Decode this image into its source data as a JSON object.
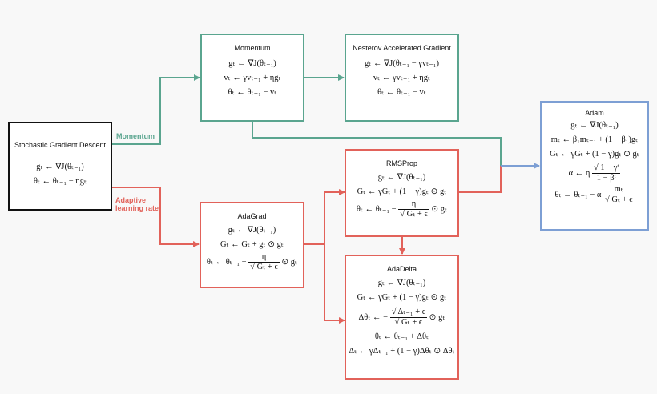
{
  "colors": {
    "momentum": "#5aa58f",
    "adaptive": "#e2625a",
    "adam": "#7d9fd4",
    "sgd": "#111111"
  },
  "edges": {
    "momentum_label": "Momentum",
    "adaptive_label_1": "Adaptive",
    "adaptive_label_2": "learning rate"
  },
  "nodes": {
    "sgd": {
      "title": "Stochastic Gradient Descent",
      "eq1": "gₜ ← ∇J(θₜ₋₁)",
      "eq2": "θₜ ← θₜ₋₁ − ηgₜ"
    },
    "momentum": {
      "title": "Momentum",
      "eq1": "gₜ ← ∇J(θₜ₋₁)",
      "eq2": "vₜ ← γvₜ₋₁ + ηgₜ",
      "eq3": "θₜ ← θₜ₋₁ − vₜ"
    },
    "nag": {
      "title": "Nesterov Accelerated Gradient",
      "eq1": "gₜ ← ∇J(θₜ₋₁ − γvₜ₋₁)",
      "eq2": "vₜ ← γvₜ₋₁ + ηgₜ",
      "eq3": "θₜ ← θₜ₋₁ − vₜ"
    },
    "adagrad": {
      "title": "AdaGrad",
      "eq1": "gₜ ← ∇J(θₜ₋₁)",
      "eq2": "Gₜ ← Gₜ + gₜ ⊙ gₜ",
      "eq3_lhs": "θₜ ← θₜ₋₁ −",
      "eq3_num": "η",
      "eq3_den": "√ Gₜ + ϵ",
      "eq3_rhs": "⊙ gₜ"
    },
    "rmsprop": {
      "title": "RMSProp",
      "eq1": "gₜ ← ∇J(θₜ₋₁)",
      "eq2": "Gₜ ← γGₜ + (1 − γ)gₜ ⊙ gₜ",
      "eq3_lhs": "θₜ ← θₜ₋₁ −",
      "eq3_num": "η",
      "eq3_den": "√ Gₜ + ϵ",
      "eq3_rhs": "⊙ gₜ"
    },
    "adadelta": {
      "title": "AdaDelta",
      "eq1": "gₜ ← ∇J(θₜ₋₁)",
      "eq2": "Gₜ ← γGₜ + (1 − γ)gₜ ⊙ gₜ",
      "eq3_lhs": "Δθₜ ← −",
      "eq3_num": "√ Δₜ₋₁ + ϵ",
      "eq3_den": "√ Gₜ + ϵ",
      "eq3_rhs": "⊙ gₜ",
      "eq4": "θₜ ← θₜ₋₁ + Δθₜ",
      "eq5": "Δₜ ← γΔₜ₋₁ + (1 − γ)Δθₜ ⊙ Δθₜ"
    },
    "adam": {
      "title": "Adam",
      "eq1": "gₜ ← ∇J(θₜ₋₁)",
      "eq2": "mₜ ← β₁mₜ₋₁ + (1 − β₁)gₜ",
      "eq3": "Gₜ ← γGₜ + (1 − γ)gₜ ⊙ gₜ",
      "eq4_lhs": "α ← η",
      "eq4_num": "√ 1 − γᵗ",
      "eq4_den": "1 − βᵗ",
      "eq5_lhs": "θₜ ← θₜ₋₁ − α",
      "eq5_num": "mₜ",
      "eq5_den": "√ Gₜ + ϵ"
    }
  }
}
